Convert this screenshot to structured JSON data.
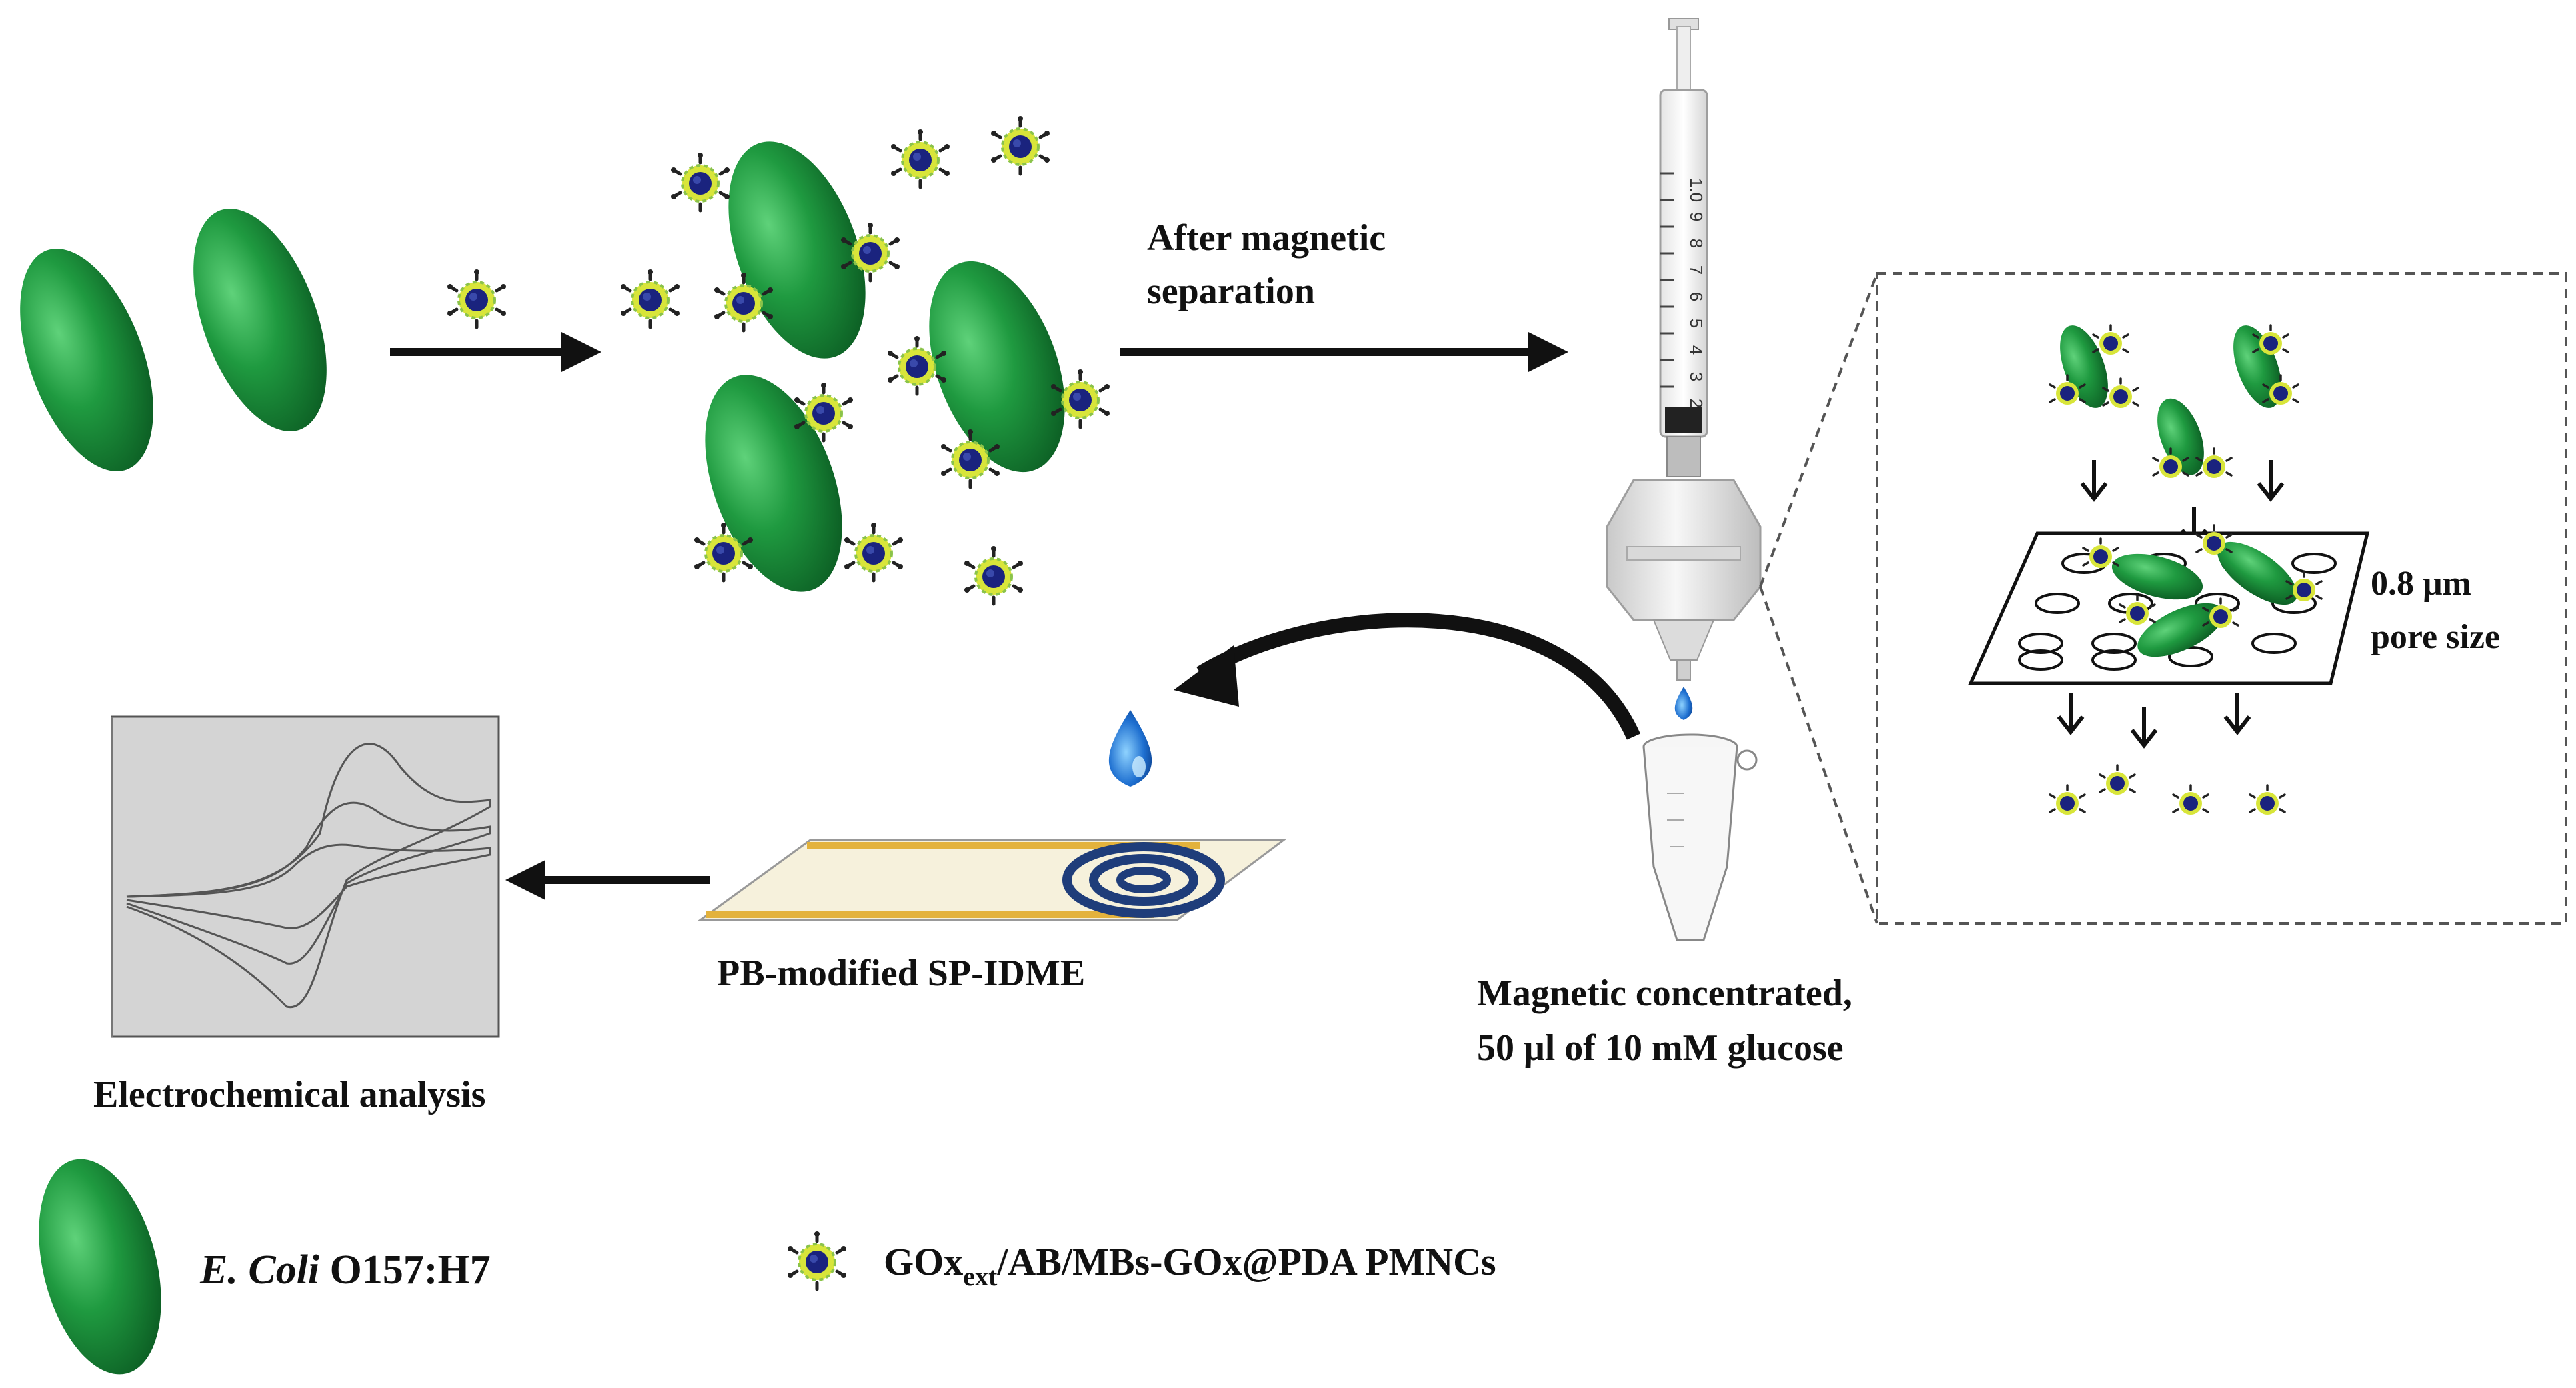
{
  "labels": {
    "after_magnetic_line1": "After magnetic",
    "after_magnetic_line2": "separation",
    "pore_line1": "0.8 μm",
    "pore_line2": "pore size",
    "electrode": "PB-modified SP-IDME",
    "magnetic_line1": "Magnetic concentrated,",
    "magnetic_line2": "50 μl of 10 mM glucose",
    "electrochem": "Electrochemical analysis"
  },
  "legend": {
    "ecoli_italic": "E. Coli",
    "ecoli_strain": " O157:H7",
    "particle_prefix": "GOx",
    "particle_sub": "ext",
    "particle_suffix": "/AB/MBs-GOx@PDA PMNCs"
  },
  "syringe_scale": [
    "1.0",
    "9",
    "8",
    "7",
    "6",
    "5",
    "4",
    "3",
    "2"
  ],
  "colors": {
    "bacteria": "#1f9a40",
    "particle_core": "#1a237e",
    "particle_ring": "#cddc39",
    "droplet": "#1e6fd0",
    "electrode_ring": "#1f3d7a",
    "electrode_strip": "#e3b23c",
    "cv_panel": "#d4d4d4"
  }
}
